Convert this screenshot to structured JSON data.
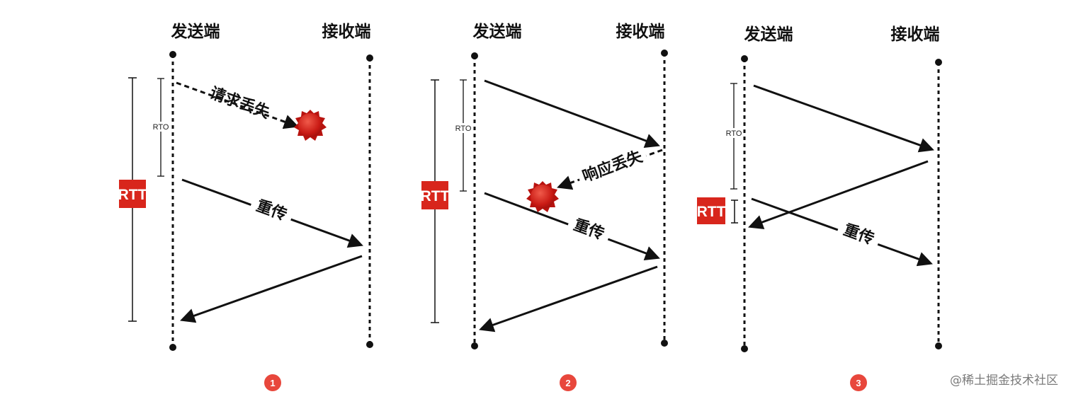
{
  "labels": {
    "sender": "发送端",
    "receiver": "接收端",
    "rto": "RTO",
    "rtt": "RTT",
    "request_lost": "请求丢失",
    "response_lost": "响应丢失",
    "retransmit": "重传"
  },
  "panels": [
    {
      "step": "1",
      "sender_label": "发送端",
      "receiver_label": "接收端",
      "arrows": [
        {
          "kind": "lost",
          "label": "请求丢失"
        },
        {
          "kind": "solid",
          "label": "重传"
        },
        {
          "kind": "solid",
          "label": ""
        }
      ]
    },
    {
      "step": "2",
      "sender_label": "发送端",
      "receiver_label": "接收端",
      "arrows": [
        {
          "kind": "solid",
          "label": ""
        },
        {
          "kind": "lost",
          "label": "响应丢失"
        },
        {
          "kind": "solid",
          "label": "重传"
        },
        {
          "kind": "solid",
          "label": ""
        }
      ]
    },
    {
      "step": "3",
      "sender_label": "发送端",
      "receiver_label": "接收端",
      "arrows": [
        {
          "kind": "solid",
          "label": ""
        },
        {
          "kind": "solid",
          "label": ""
        },
        {
          "kind": "solid",
          "label": "重传"
        }
      ]
    }
  ],
  "colors": {
    "line": "#111111",
    "accent": "#d8261c",
    "step_badge": "#e8473c"
  },
  "watermark": "@稀土掘金技术社区"
}
